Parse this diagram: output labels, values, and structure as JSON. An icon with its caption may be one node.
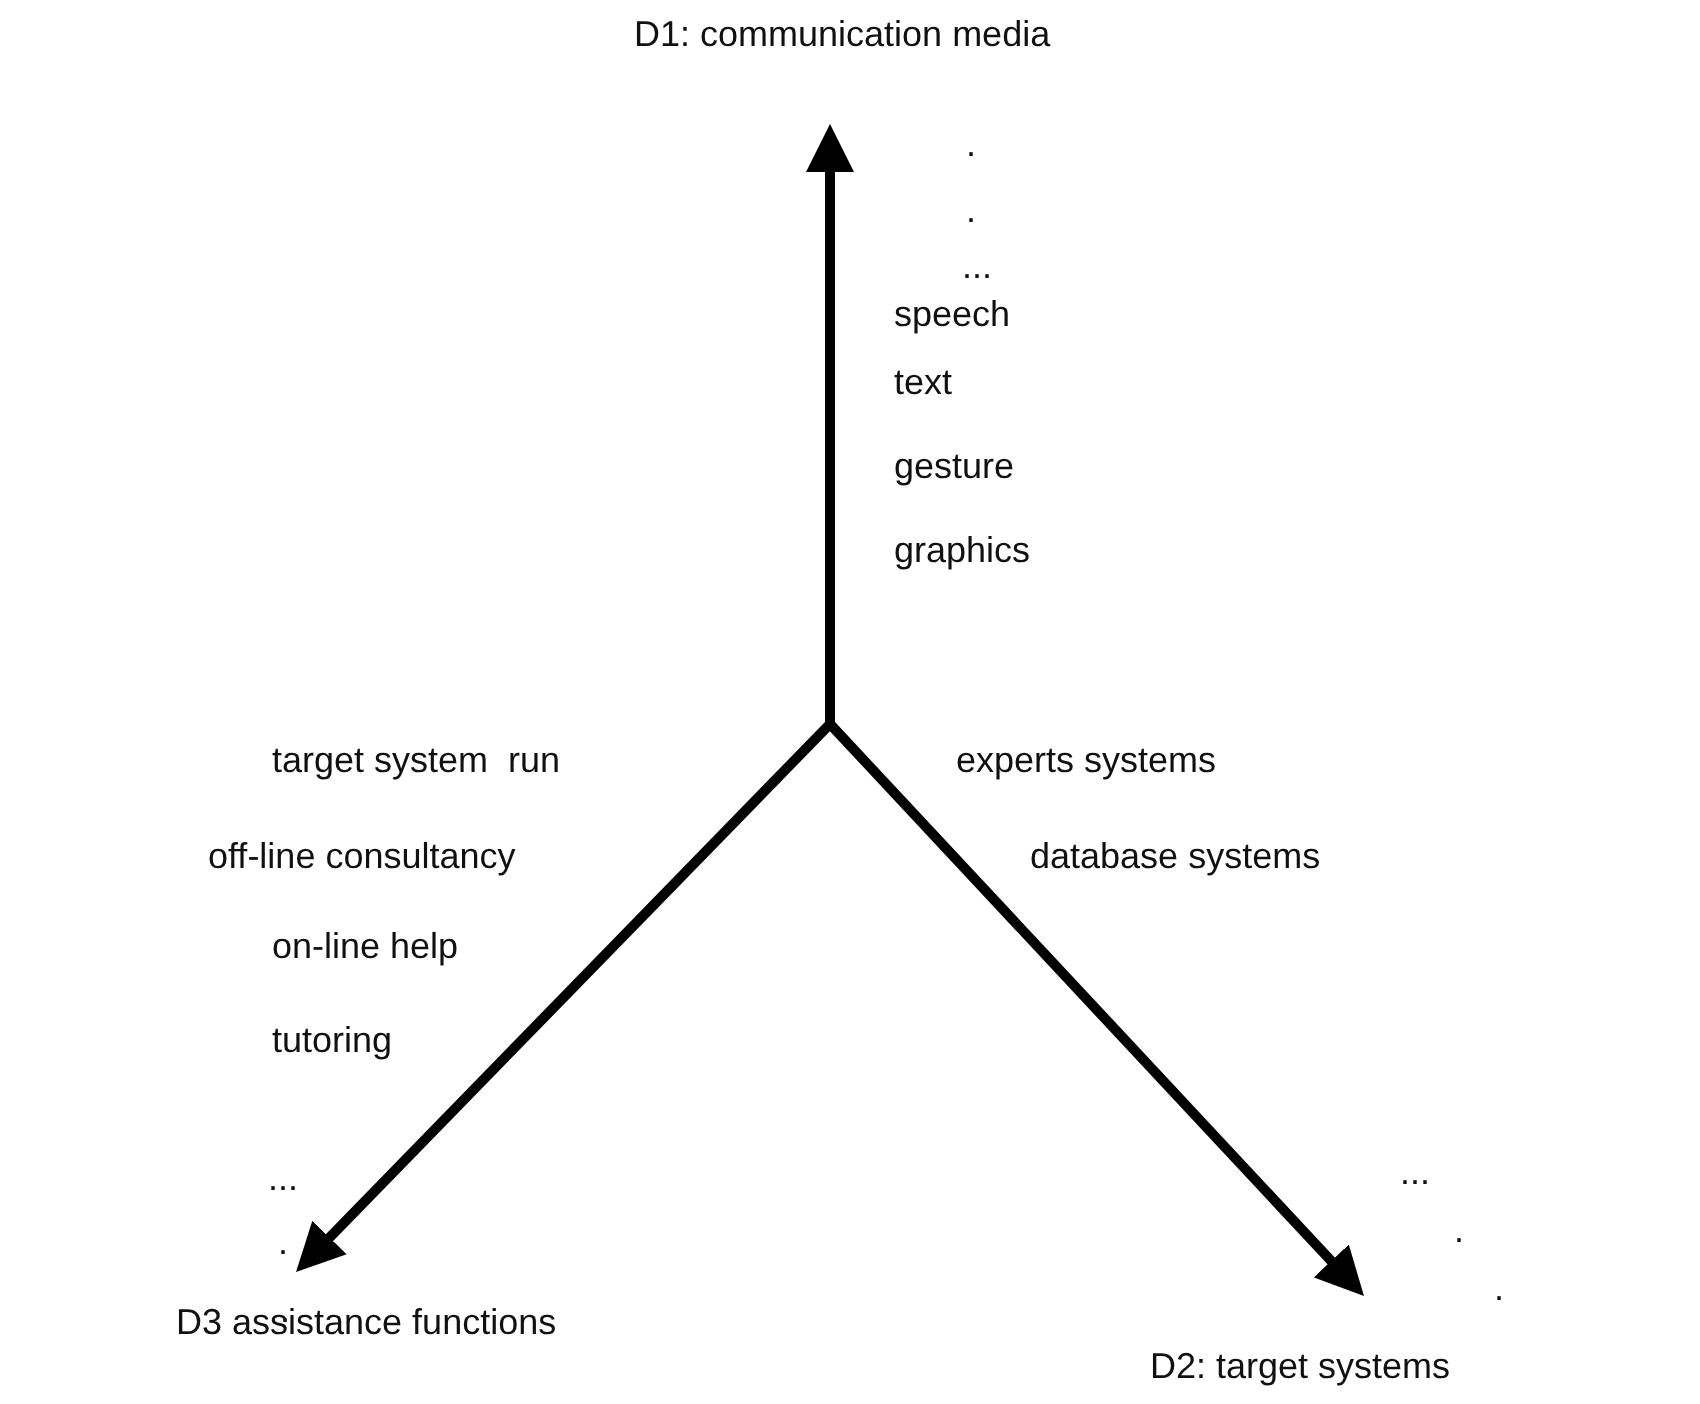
{
  "diagram": {
    "nodes": [
      {
        "text": [
          "D1: communication media"
        ]
      },
      {
        "text": [
          "D2: target systems"
        ]
      },
      {
        "text": [
          "D3 assistance functions"
        ]
      }
    ],
    "edges": [
      {
        "from": null,
        "to": 0,
        "arrow": "to"
      },
      {
        "from": null,
        "to": 1,
        "arrow": "to"
      },
      {
        "from": null,
        "to": 2,
        "arrow": "to"
      }
    ],
    "labels": [
      ".",
      ".",
      "...",
      "speech",
      "text",
      "gesture",
      "graphics",
      "target system  run",
      "off-line consultancy",
      "on-line help",
      "tutoring",
      "...",
      ".",
      ".",
      "experts systems",
      "database systems",
      "...",
      ".",
      "."
    ]
  }
}
